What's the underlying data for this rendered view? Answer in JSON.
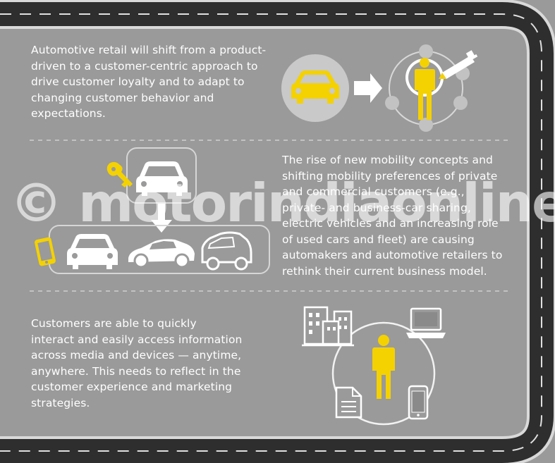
{
  "sections": [
    {
      "text": "Automotive retail will shift from a product-driven to a customer-centric approach to drive customer loyalty and to adapt to changing customer behavior and expectations."
    },
    {
      "text": "The rise of new mobility concepts and shifting mobility preferences of private and commercial customers (e.g., private- and business-car sharing, electric vehicles and an increasing role of used cars and fleet) are causing automakers and automotive retailers to rethink their current business model."
    },
    {
      "text": "Customers are able to quickly interact and easily access information across media and devices — anytime, anywhere. This needs to reflect in the customer experience and marketing strategies."
    }
  ],
  "watermark": "© motorindiaonline.in",
  "colors": {
    "background": "#9a9a9a",
    "road": "#2d2d2d",
    "road_edge": "#d8d8d8",
    "accent": "#f4d100",
    "icon_white": "#ffffff"
  }
}
